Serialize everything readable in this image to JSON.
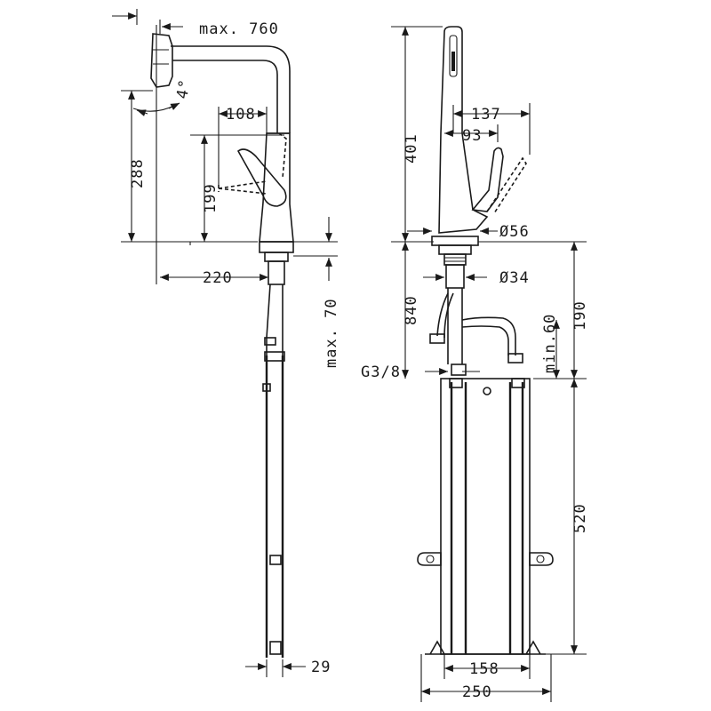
{
  "labels": {
    "max760": "max. 760",
    "angle4": "4°",
    "d108": "108",
    "d288": "288",
    "d199": "199",
    "d220": "220",
    "max70": "max. 70",
    "d29": "29",
    "d401": "401",
    "d137": "137",
    "d93": "93",
    "dia56": "Ø56",
    "dia34": "Ø34",
    "d840": "840",
    "min60": "min.60",
    "d190": "190",
    "g38": "G3/8",
    "d520": "520",
    "d158": "158",
    "d250": "250"
  }
}
